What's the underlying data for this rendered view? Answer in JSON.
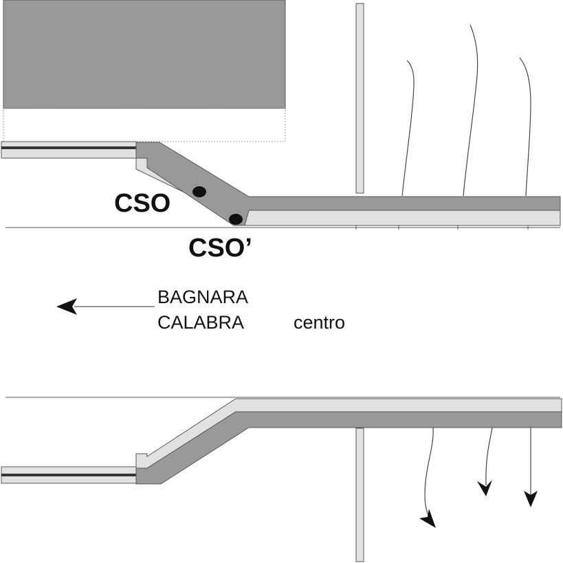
{
  "labels": {
    "cso": "CSO",
    "cso_prime": "CSO’",
    "direction_line1": "BAGNARA",
    "direction_line2": "CALABRA",
    "centro": "centro"
  },
  "colors": {
    "dark_fill": "#999999",
    "light_fill": "#e1e1e1",
    "stroke": "#555555",
    "marker": "#111111",
    "rail": "#333333"
  }
}
